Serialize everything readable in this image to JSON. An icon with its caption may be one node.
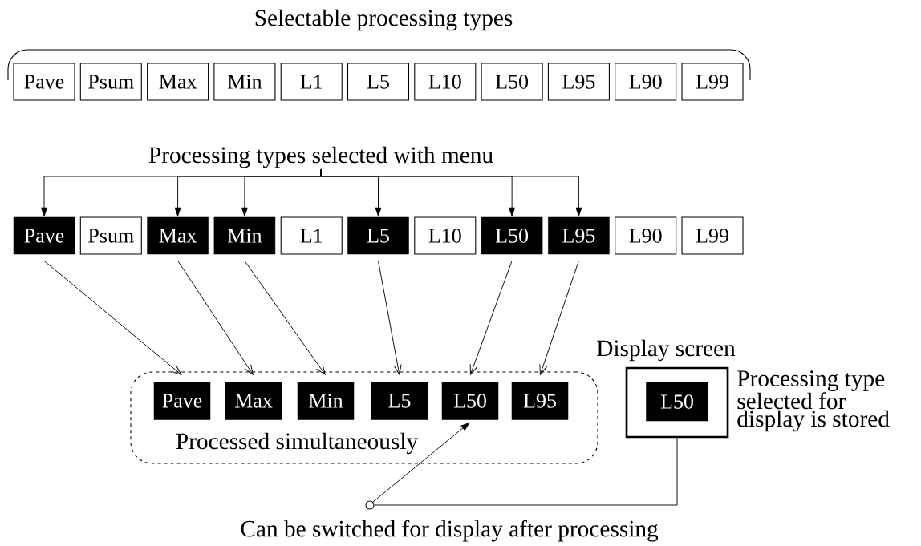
{
  "diagram": {
    "nodes": [
      {
        "text": [
          "Pave"
        ]
      },
      {
        "text": [
          "Psum"
        ]
      },
      {
        "text": [
          "Max"
        ]
      },
      {
        "text": [
          "Min"
        ]
      },
      {
        "text": [
          "L1"
        ]
      },
      {
        "text": [
          "L5"
        ]
      },
      {
        "text": [
          "L10"
        ]
      },
      {
        "text": [
          "L50"
        ]
      },
      {
        "text": [
          "L95"
        ]
      },
      {
        "text": [
          "L90"
        ]
      },
      {
        "text": [
          "L99"
        ]
      },
      {
        "text": [
          "Pave"
        ]
      },
      {
        "text": [
          "Psum"
        ]
      },
      {
        "text": [
          "Max"
        ]
      },
      {
        "text": [
          "Min"
        ]
      },
      {
        "text": [
          "L1"
        ]
      },
      {
        "text": [
          "L5"
        ]
      },
      {
        "text": [
          "L10"
        ]
      },
      {
        "text": [
          "L50"
        ]
      },
      {
        "text": [
          "L95"
        ]
      },
      {
        "text": [
          "L90"
        ]
      },
      {
        "text": [
          "L99"
        ]
      },
      {
        "text": [
          "Processing types selected with menu"
        ]
      },
      {
        "text": [
          "Processed simultaneously"
        ]
      },
      {
        "text": [
          "Pave"
        ],
        "in": 23
      },
      {
        "text": [
          "Max"
        ],
        "in": 23
      },
      {
        "text": [
          "Min"
        ],
        "in": 23
      },
      {
        "text": [
          "L5"
        ],
        "in": 23
      },
      {
        "text": [
          "L50"
        ],
        "in": 23
      },
      {
        "text": [
          "L95"
        ],
        "in": 23
      },
      {
        "text": [
          "Display screen"
        ],
        "beside": [
          "Processing type selected for display is stored"
        ]
      },
      {
        "text": [
          "L50"
        ],
        "in": 30
      },
      {
        "text": [],
        "shape": "circle"
      }
    ],
    "edges": [
      {
        "from": 22,
        "to": 11,
        "arrow": "to"
      },
      {
        "from": 22,
        "to": 13,
        "arrow": "to"
      },
      {
        "from": 22,
        "to": 14,
        "arrow": "to"
      },
      {
        "from": 22,
        "to": 16,
        "arrow": "to"
      },
      {
        "from": 22,
        "to": 18,
        "arrow": "to"
      },
      {
        "from": 22,
        "to": 19,
        "arrow": "to"
      },
      {
        "from": 11,
        "to": 24,
        "arrow": "to"
      },
      {
        "from": 13,
        "to": 25,
        "arrow": "to"
      },
      {
        "from": 14,
        "to": 26,
        "arrow": "to"
      },
      {
        "from": 16,
        "to": 27,
        "arrow": "to"
      },
      {
        "from": 18,
        "to": 28,
        "arrow": "to"
      },
      {
        "from": 19,
        "to": 29,
        "arrow": "to"
      },
      {
        "from": 32,
        "to": 28,
        "arrow": "to"
      },
      {
        "from": 30,
        "to": 32,
        "arrow": "none"
      }
    ],
    "labels": [
      "Selectable processing types",
      "Can be switched for display after processing"
    ]
  }
}
